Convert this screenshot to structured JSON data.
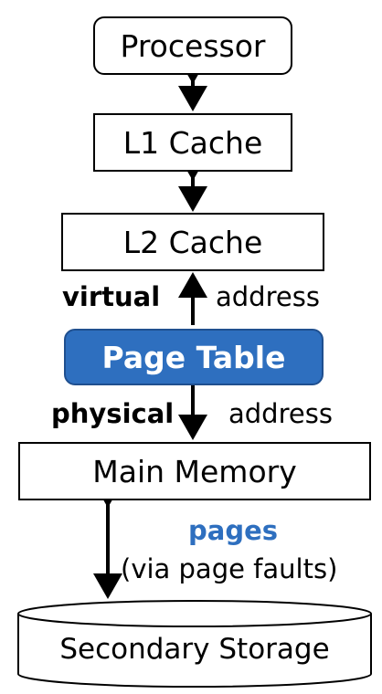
{
  "nodes": {
    "processor": "Processor",
    "l1_cache": "L1 Cache",
    "l2_cache": "L2 Cache",
    "page_table": "Page Table",
    "main_memory": "Main Memory",
    "secondary_storage": "Secondary Storage"
  },
  "edge_labels": {
    "virtual": "virtual",
    "virtual_address": "address",
    "physical": "physical",
    "physical_address": "address",
    "pages": "pages",
    "via_page_faults": "(via page faults)"
  },
  "colors": {
    "page_table_fill": "#2e6fbf",
    "pages_label": "#2e6fbf"
  }
}
